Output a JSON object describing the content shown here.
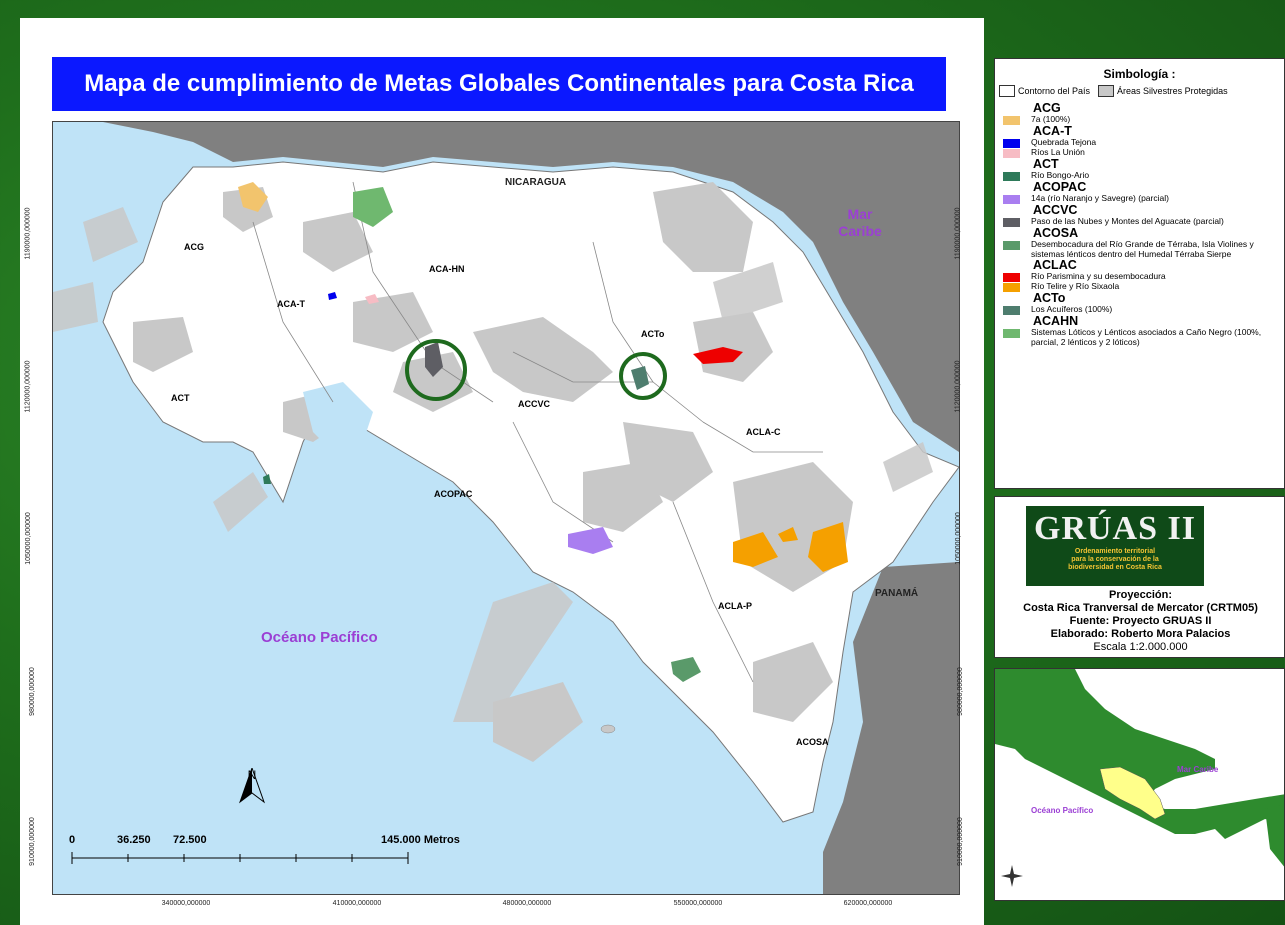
{
  "title": "Mapa de cumplimiento de Metas Globales Continentales para Costa Rica",
  "map": {
    "country_labels": [
      "NICARAGUA",
      "PANAMÁ"
    ],
    "sea_labels": {
      "caribbean": "Mar Caribe",
      "pacific": "Océano Pacífico"
    },
    "area_labels": [
      "ACG",
      "ACA-HN",
      "ACA-T",
      "ACTo",
      "ACT",
      "ACCVC",
      "ACLA-C",
      "ACOPAC",
      "ACLA-P",
      "ACOSA"
    ],
    "x_coords": [
      "340000,000000",
      "410000,000000",
      "480000,000000",
      "550000,000000",
      "620000,000000"
    ],
    "y_coords": [
      "1190000,000000",
      "1120000,000000",
      "1050000,000000",
      "980000,000000",
      "910000,000000"
    ],
    "scale_bar": {
      "ticks": [
        "0",
        "36.250",
        "72.500",
        "145.000 Metros"
      ]
    },
    "north_label": "N"
  },
  "legend": {
    "title": "Simbología :",
    "outline_country": "Contorno del País",
    "outline_protected": "Áreas Silvestres Protegidas",
    "groups": [
      {
        "name": "ACG",
        "items": [
          {
            "label": "7a (100%)",
            "color": "#f2c46d"
          }
        ]
      },
      {
        "name": "ACA-T",
        "items": [
          {
            "label": "Quebrada Tejona",
            "color": "#0000ee"
          },
          {
            "label": "Ríos La Unión",
            "color": "#f7bcc4"
          }
        ]
      },
      {
        "name": "ACT",
        "items": [
          {
            "label": "Río Bongo-Ario",
            "color": "#2e7a5a"
          }
        ]
      },
      {
        "name": "ACOPAC",
        "items": [
          {
            "label": "14a (río Naranjo y Savegre) (parcial)",
            "color": "#a97ef0"
          }
        ]
      },
      {
        "name": "ACCVC",
        "items": [
          {
            "label": "Paso de las Nubes y Montes del Aguacate (parcial)",
            "color": "#5e5e64"
          }
        ]
      },
      {
        "name": "ACOSA",
        "items": [
          {
            "label": "Desembocadura del Río Grande de Térraba, Isla Violines y sistemas lénticos dentro del Humedal Térraba Sierpe",
            "color": "#5a9a6a"
          }
        ]
      },
      {
        "name": "ACLAC",
        "items": [
          {
            "label": "Río Parismina y su desembocadura",
            "color": "#ee0000"
          },
          {
            "label": "Río Telire y Río Sixaola",
            "color": "#f5a000"
          }
        ]
      },
      {
        "name": "ACTo",
        "items": [
          {
            "label": "Los Acuíferos (100%)",
            "color": "#4e7d6e"
          }
        ]
      },
      {
        "name": "ACAHN",
        "items": [
          {
            "label": "Sistemas Lóticos y Lénticos asociados a Caño Negro (100%, parcial, 2 lénticos y 2 lóticos)",
            "color": "#6fb86f"
          }
        ]
      }
    ]
  },
  "credits": {
    "logo_main": "GRÚAS II",
    "logo_sub_1": "Ordenamiento territorial",
    "logo_sub_2": "para la conservación de la",
    "logo_sub_3": "biodiversidad en Costa Rica",
    "projection_label": "Proyección:",
    "projection": "Costa Rica Tranversal de Mercator (CRTM05)",
    "source": "Fuente: Proyecto GRUAS II",
    "author": "Elaborado: Roberto Mora Palacios",
    "scale": "Escala  1:2.000.000"
  },
  "inset": {
    "caribbean": "Mar Caribe",
    "pacific": "Océano Pacífico"
  }
}
